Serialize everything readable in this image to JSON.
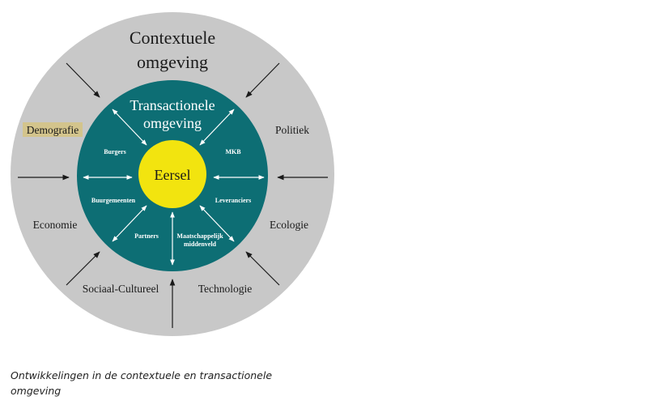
{
  "diagram": {
    "outer_title_line1": "Contextuele",
    "outer_title_line2": "omgeving",
    "inner_title_line1": "Transactionele",
    "inner_title_line2": "omgeving",
    "core_label": "Eersel",
    "context_factors": {
      "demografie": "Demografie",
      "politiek": "Politiek",
      "economie": "Economie",
      "ecologie": "Ecologie",
      "sociaal_cultureel": "Sociaal-Cultureel",
      "technologie": "Technologie"
    },
    "actors": {
      "burgers": "Burgers",
      "mkb": "MKB",
      "buurgemeenten": "Buurgemeenten",
      "leveranciers": "Leveranciers",
      "partners": "Partners",
      "maatschappelijk_line1": "Maatschappelijk",
      "maatschappelijk_line2": "middenveld"
    },
    "colors": {
      "outer_ring": "#c8c8c8",
      "inner_ring": "#0d6e74",
      "core": "#f2e40f",
      "highlight": "#d3c48c"
    }
  },
  "caption": {
    "line1": "Ontwikkelingen in de contextuele en transactionele",
    "line2": "omgeving"
  }
}
